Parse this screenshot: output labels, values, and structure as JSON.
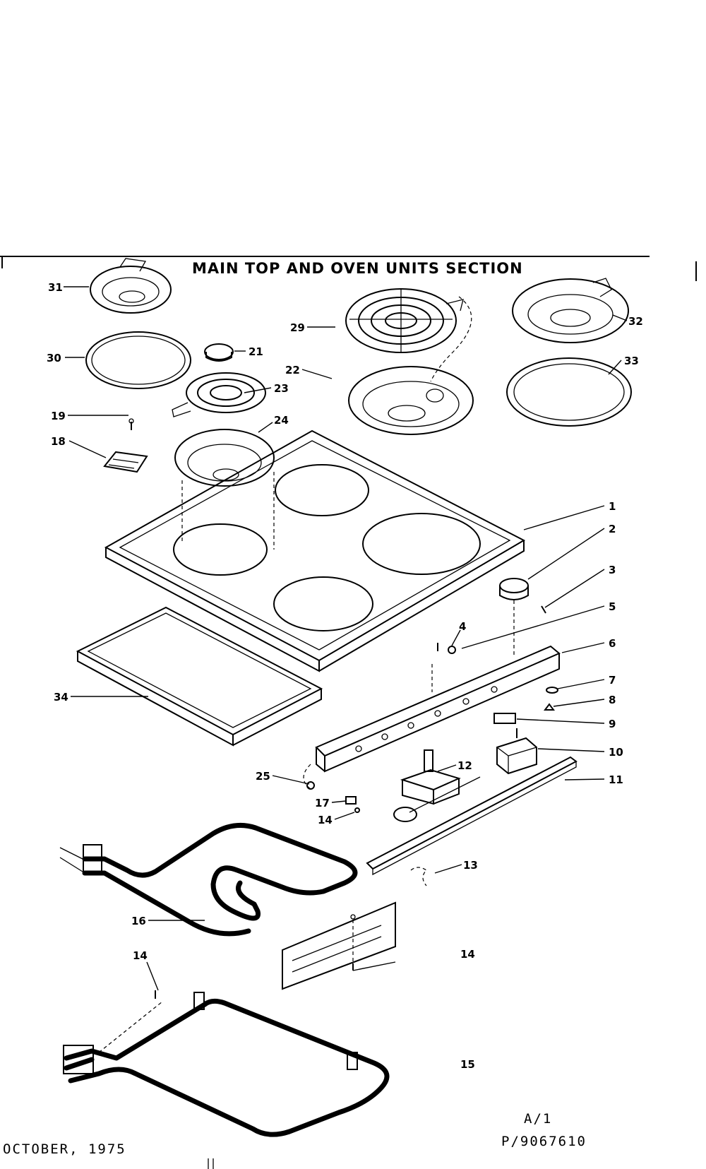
{
  "diagram": {
    "title": "MAIN TOP AND OVEN UNITS SECTION",
    "footer_left": "OCTOBER, 1975",
    "footer_right_line1": "A/1",
    "footer_right_line2": "P/9067610"
  },
  "callouts": [
    {
      "id": "31",
      "text": "31"
    },
    {
      "id": "29",
      "text": "29"
    },
    {
      "id": "32",
      "text": "32"
    },
    {
      "id": "30",
      "text": "30"
    },
    {
      "id": "21",
      "text": "21"
    },
    {
      "id": "22",
      "text": "22"
    },
    {
      "id": "23",
      "text": "23"
    },
    {
      "id": "33",
      "text": "33"
    },
    {
      "id": "19",
      "text": "19"
    },
    {
      "id": "18",
      "text": "18"
    },
    {
      "id": "24",
      "text": "24"
    },
    {
      "id": "1",
      "text": "1"
    },
    {
      "id": "2",
      "text": "2"
    },
    {
      "id": "3",
      "text": "3"
    },
    {
      "id": "4",
      "text": "4"
    },
    {
      "id": "5",
      "text": "5"
    },
    {
      "id": "6",
      "text": "6"
    },
    {
      "id": "34",
      "text": "34"
    },
    {
      "id": "7",
      "text": "7"
    },
    {
      "id": "8",
      "text": "8"
    },
    {
      "id": "9",
      "text": "9"
    },
    {
      "id": "10",
      "text": "10"
    },
    {
      "id": "25",
      "text": "25"
    },
    {
      "id": "12",
      "text": "12"
    },
    {
      "id": "11",
      "text": "11"
    },
    {
      "id": "17",
      "text": "17"
    },
    {
      "id": "14a",
      "text": "14"
    },
    {
      "id": "13",
      "text": "13"
    },
    {
      "id": "16",
      "text": "16"
    },
    {
      "id": "14b",
      "text": "14"
    },
    {
      "id": "14c",
      "text": "14"
    },
    {
      "id": "15",
      "text": "15"
    }
  ]
}
